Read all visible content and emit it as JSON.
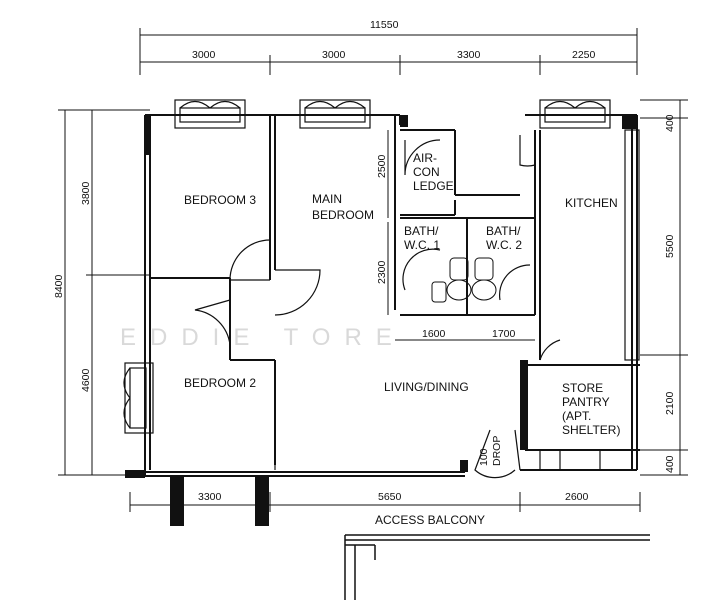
{
  "dimensions": {
    "overall_width": "11550",
    "top": [
      "3000",
      "3000",
      "3300",
      "2250"
    ],
    "left_total": "8400",
    "left_upper": "3800",
    "left_lower": "4600",
    "right": [
      "400",
      "5500",
      "2100",
      "400"
    ],
    "bottom": [
      "3300",
      "5650",
      "2600"
    ],
    "air_con_ledge_height": "2500",
    "bath_height": "2300",
    "bath_widths": [
      "1600",
      "1700"
    ],
    "door_width": "100"
  },
  "rooms": {
    "bedroom3": "BEDROOM 3",
    "main_bedroom_line1": "MAIN",
    "main_bedroom_line2": "BEDROOM",
    "aircon_line1": "AIR-",
    "aircon_line2": "CON",
    "aircon_line3": "LEDGE",
    "bath1_line1": "BATH/",
    "bath1_line2": "W.C. 1",
    "bath2_line1": "BATH/",
    "bath2_line2": "W.C. 2",
    "kitchen": "KITCHEN",
    "bedroom2": "BEDROOM 2",
    "living_dining": "LIVING/DINING",
    "store_line1": "STORE",
    "store_line2": "PANTRY",
    "store_line3": "(APT.",
    "store_line4": "SHELTER)",
    "drop": "DROP",
    "access_balcony": "ACCESS BALCONY"
  },
  "watermark": "EDDIE TORE"
}
